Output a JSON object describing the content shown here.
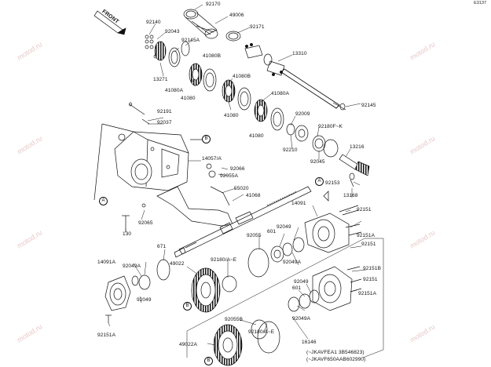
{
  "drawing_code": "E3137",
  "front_label": "FRONT",
  "watermark": "motod.ru",
  "parts": {
    "p92170": "92170",
    "p49006": "49006",
    "p92171": "92171",
    "p92140": "92140",
    "p92043": "92043",
    "p92145a": "92145A",
    "p13271": "13271",
    "p41080b_1": "41080B",
    "p41080a_1": "41080A",
    "p41080_1": "41080",
    "p41080b_2": "41080B",
    "p41080_2": "41080",
    "p41080a_2": "41080A",
    "p41080_3": "41080",
    "p13310": "13310",
    "p92145": "92145",
    "p92009": "92009",
    "p92180fk": "92180F~K",
    "p92210": "92210",
    "p92045": "92045",
    "p13216": "13216",
    "p92191": "92191",
    "p92037": "92037",
    "p14057a": "14057/A",
    "p92066": "92066",
    "p92055a": "92055A",
    "p55020": "55020",
    "p41068": "41068",
    "p92153": "92153",
    "p13168": "13168",
    "p14091": "14091",
    "p92151_1": "92151",
    "p92065": "92065",
    "p130": "130",
    "p92055": "92055",
    "p601_1": "601",
    "p92049_1": "92049",
    "p92151a_1": "92151A",
    "p671": "671",
    "p14091a": "14091A",
    "p92049a_1": "92049A",
    "p49022": "49022",
    "p92180ae_1": "92180/A~E",
    "p92049a_2": "92049A",
    "p92151_2": "92151",
    "p92151b": "92151B",
    "p92049_2": "92049",
    "p92049_3": "92049",
    "p601_2": "601",
    "p92151_3": "92151",
    "p92151a_2": "92151A",
    "p92055b": "92055B",
    "p92049a_3": "92049A",
    "p92151a_3": "92151A",
    "p49022a": "49022A",
    "p92180ae_2": "92180/A~E",
    "p16146": "16146",
    "model1": "(~JKAVFEA1 3B546823)",
    "model2": "(~JKAVF650AAB602990)"
  },
  "callouts": {
    "a1": "A",
    "b1": "B",
    "a2": "A",
    "b2": "B",
    "b3": "B",
    "a3": "A"
  }
}
